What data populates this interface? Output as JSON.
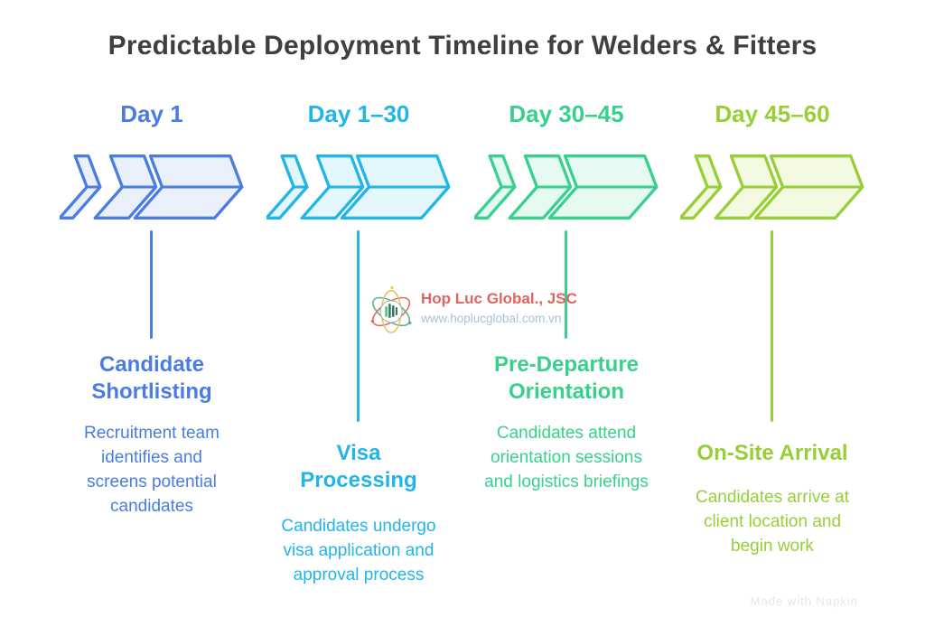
{
  "title": "Predictable Deployment Timeline for Welders & Fitters",
  "title_color": "#3f3f3f",
  "stages": [
    {
      "day_range": "Day 1",
      "title": "Candidate Shortlisting",
      "description": "Recruitment team identifies and screens potential candidates",
      "accent": "#4a7ce2",
      "fill": "#eaf0fa"
    },
    {
      "day_range": "Day 1–30",
      "title": "Visa Processing",
      "description": "Candidates undergo visa application and approval process",
      "accent": "#21b5e8",
      "fill": "#e3f7fd"
    },
    {
      "day_range": "Day 30–45",
      "title": "Pre-Departure Orientation",
      "description": "Candidates attend orientation sessions and logistics briefings",
      "accent": "#37d18d",
      "fill": "#e6faf1"
    },
    {
      "day_range": "Day 45–60",
      "title": "On-Site Arrival",
      "description": "Candidates arrive at client location and begin work",
      "accent": "#98cf36",
      "fill": "#f3fae1"
    }
  ],
  "brand": {
    "company": "Hop Luc Global., JSC",
    "website": "www.hoplucglobal.com.vn",
    "company_color": "#e2635f",
    "website_color": "#a9c0db"
  },
  "footer_watermark": "Made with Napkin"
}
